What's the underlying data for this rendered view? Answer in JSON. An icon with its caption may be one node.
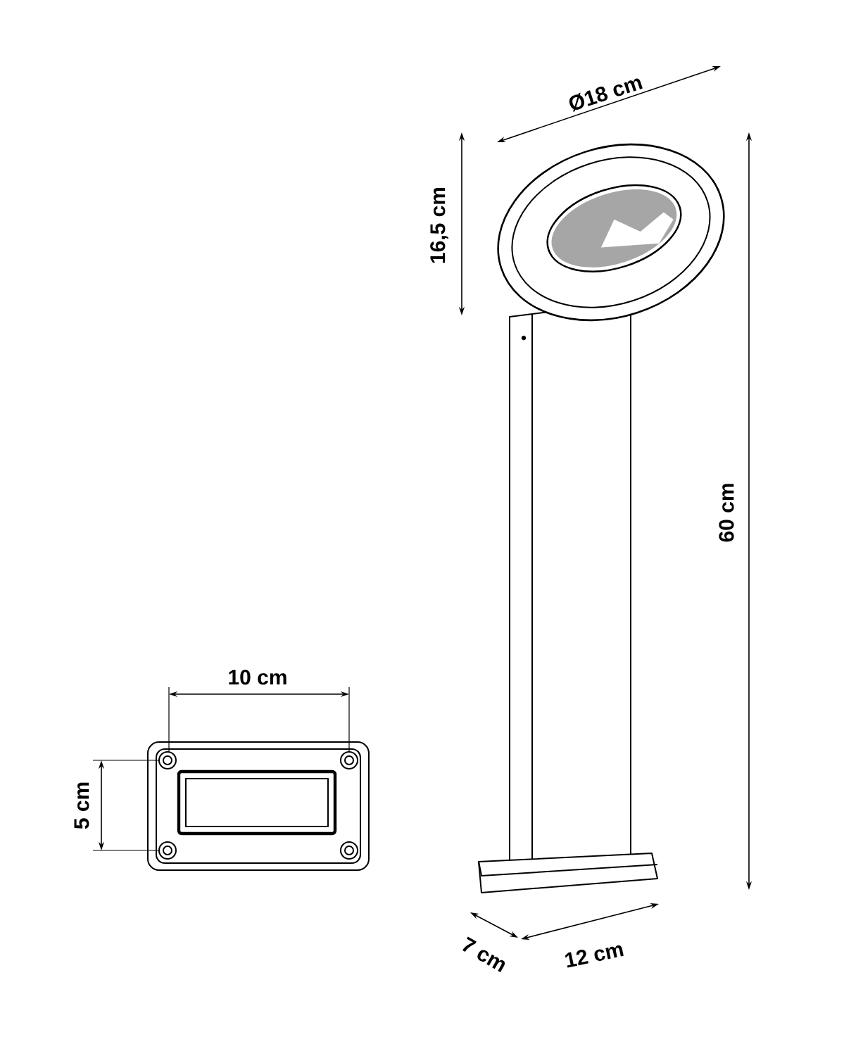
{
  "diagram": {
    "labels": [
      "Ø18 cm",
      "16,5 cm",
      "60 cm",
      "10 cm",
      "5 cm",
      "7 cm",
      "12 cm"
    ]
  }
}
